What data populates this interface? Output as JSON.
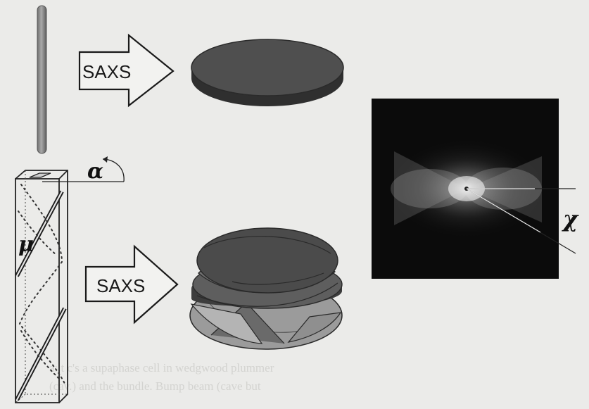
{
  "arrows": {
    "top_label": "SAXS",
    "bottom_label": "SAXS"
  },
  "symbols": {
    "alpha": "α",
    "mu": "μ",
    "chi": "χ"
  },
  "bleed_through": {
    "line1": "a: t c's a supaphase cell in wedgwood plummer",
    "line2": "(cav.) and the bundle. Bump beam (cave but"
  },
  "colors": {
    "background": "#ebebe9",
    "disk": "#4a4a4a",
    "rod": "#8c8c8c",
    "pattern_bg": "#0b0b0b"
  }
}
